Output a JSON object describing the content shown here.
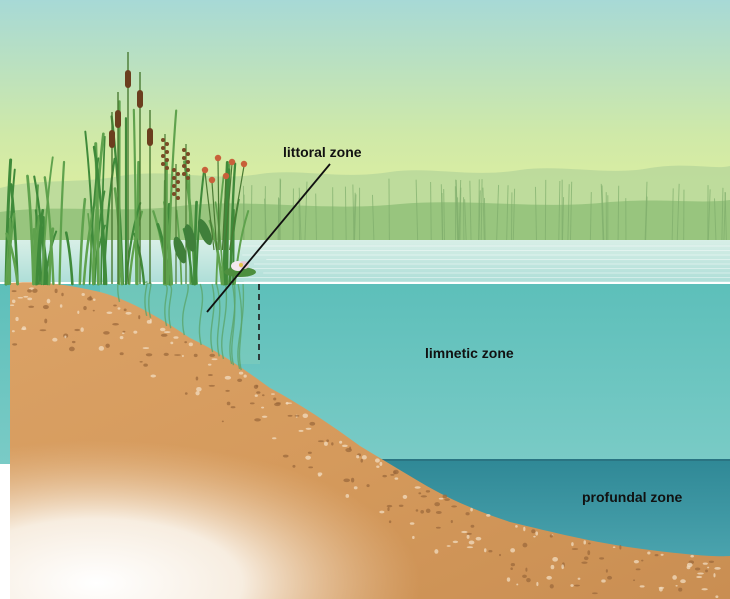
{
  "labels": {
    "littoral": "littoral zone",
    "limnetic": "limnetic zone",
    "profundal": "profundal zone"
  },
  "colors": {
    "sky_top": "#a7d9d6",
    "sky_horizon": "#e6f29a",
    "treeline": "#b9d89b",
    "surface_water": "#b8e0dc",
    "limnetic_water": "#66c2bd",
    "profundal_water": "#3f9aa6",
    "sediment": "#d9a064",
    "sediment_light": "#f4e6d2",
    "reeds": "#3f8a3a",
    "cattail": "#6b3e1e",
    "flower": "#c8603a",
    "leader_line": "#111111"
  }
}
